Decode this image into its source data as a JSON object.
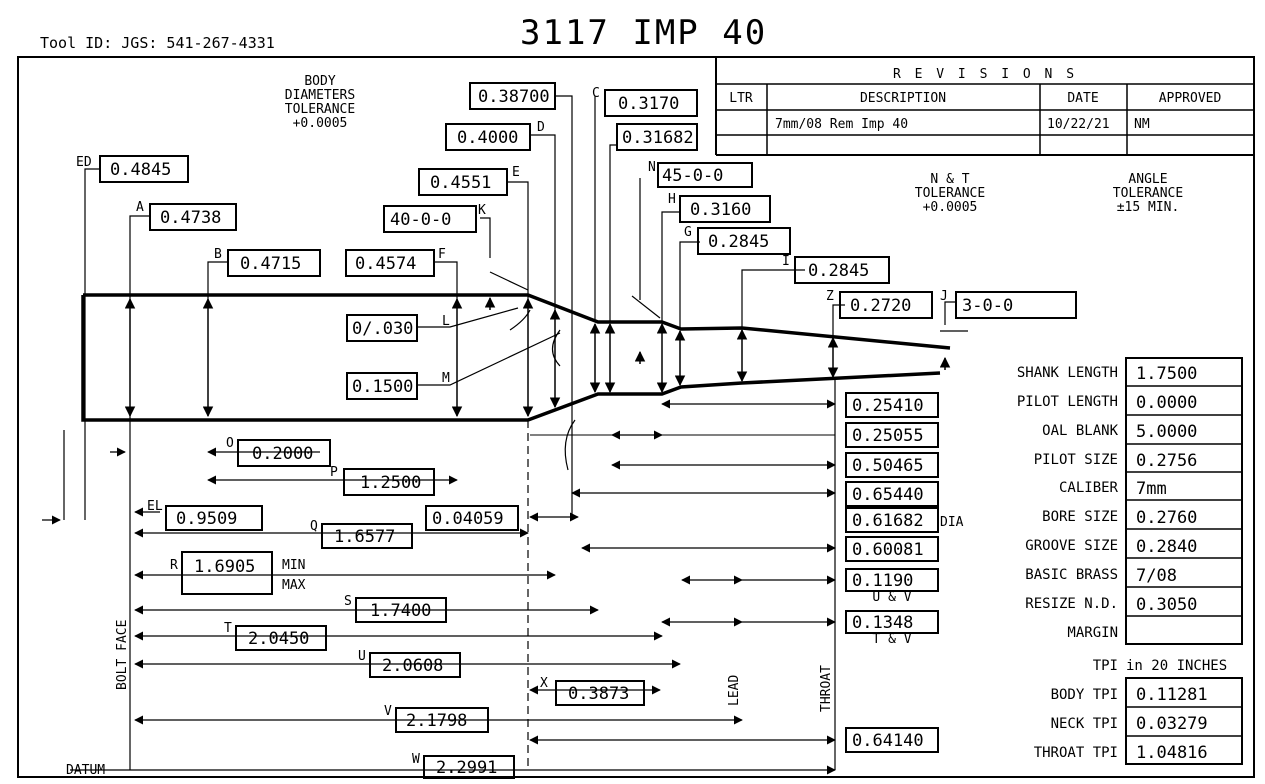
{
  "header": {
    "tool_id": "Tool ID: JGS: 541-267-4331",
    "part_title": "3117 IMP 40"
  },
  "notes": {
    "body_tol": [
      "BODY",
      "DIAMETERS",
      "TOLERANCE",
      "+0.0005"
    ],
    "nt_tol": [
      "N & T",
      "TOLERANCE",
      "+0.0005"
    ],
    "angle_tol": [
      "ANGLE",
      "TOLERANCE",
      "±15 MIN."
    ]
  },
  "revisions": {
    "title": "R E V I S I O N S",
    "headers": [
      "LTR",
      "DESCRIPTION",
      "DATE",
      "APPROVED"
    ],
    "rows": [
      {
        "ltr": "",
        "description": "7mm/08 Rem Imp 40",
        "date": "10/22/21",
        "approved": "NM"
      },
      {
        "ltr": "",
        "description": "",
        "date": "",
        "approved": ""
      }
    ]
  },
  "callouts": {
    "ED": {
      "letter": "ED",
      "value": "0.4845"
    },
    "A": {
      "letter": "A",
      "value": "0.4738"
    },
    "B": {
      "letter": "B",
      "value": "0.4715"
    },
    "C": {
      "letter": "C",
      "value": "0.3170"
    },
    "C_value2": "0.31682",
    "D_dia": {
      "letter": "D",
      "value": "0.4000"
    },
    "E": {
      "letter": "E",
      "value": "0.4551"
    },
    "F": {
      "letter": "F",
      "value": "0.4574"
    },
    "K": {
      "letter": "K",
      "value": "40-0-0"
    },
    "L": {
      "letter": "L",
      "value": "0/.030"
    },
    "M": {
      "letter": "M",
      "value": "0.1500"
    },
    "top_value": "0.38700",
    "N": {
      "letter": "N",
      "value": "45-0-0"
    },
    "H": {
      "letter": "H",
      "value": "0.3160"
    },
    "G": {
      "letter": "G",
      "value": "0.2845"
    },
    "I": {
      "letter": "I",
      "value": "0.2845"
    },
    "Z": {
      "letter": "Z",
      "value": "0.2720"
    },
    "J": {
      "letter": "J",
      "value": "3-0-0"
    },
    "O": {
      "letter": "O",
      "value": "0.2000"
    },
    "P": {
      "letter": "P",
      "value": "1.2500"
    },
    "EL": {
      "letter": "EL",
      "value": "0.9509"
    },
    "Q": {
      "letter": "Q",
      "value": "1.6577"
    },
    "Q_extra": "0.04059",
    "R": {
      "letter": "R",
      "value": "1.6905",
      "min": "MIN",
      "max": "MAX"
    },
    "S": {
      "letter": "S",
      "value": "1.7400"
    },
    "T": {
      "letter": "T",
      "value": "2.0450"
    },
    "U": {
      "letter": "U",
      "value": "2.0608"
    },
    "V": {
      "letter": "V",
      "value": "2.1798"
    },
    "W": {
      "letter": "W",
      "value": "2.2991"
    },
    "X": {
      "letter": "X",
      "value": "0.3873"
    }
  },
  "right_stack": {
    "values": [
      "0.25410",
      "0.25055",
      "0.50465",
      "0.65440",
      "0.61682",
      "0.60081",
      "0.1190",
      "0.1348"
    ],
    "dia_label": "DIA",
    "uv_label": "U & V",
    "tv_label": "T & V",
    "bottom_value": "0.64140"
  },
  "axis_labels": {
    "bolt_face": "BOLT FACE",
    "lead": "LEAD",
    "throat": "THROAT",
    "datum": "DATUM"
  },
  "specs": [
    {
      "label": "SHANK LENGTH",
      "value": "1.7500"
    },
    {
      "label": "PILOT LENGTH",
      "value": "0.0000"
    },
    {
      "label": "OAL BLANK",
      "value": "5.0000"
    },
    {
      "label": "PILOT SIZE",
      "value": "0.2756"
    },
    {
      "label": "CALIBER",
      "value": "7mm"
    },
    {
      "label": "BORE SIZE",
      "value": "0.2760"
    },
    {
      "label": "GROOVE SIZE",
      "value": "0.2840"
    },
    {
      "label": "BASIC BRASS",
      "value": "7/08"
    },
    {
      "label": "RESIZE N.D.",
      "value": "0.3050"
    },
    {
      "label": "MARGIN",
      "value": ""
    }
  ],
  "tpi": {
    "header_label": "TPI",
    "header_value": "in 20 INCHES",
    "rows": [
      {
        "label": "BODY TPI",
        "value": "0.11281"
      },
      {
        "label": "NECK TPI",
        "value": "0.03279"
      },
      {
        "label": "THROAT TPI",
        "value": "1.04816"
      }
    ]
  }
}
